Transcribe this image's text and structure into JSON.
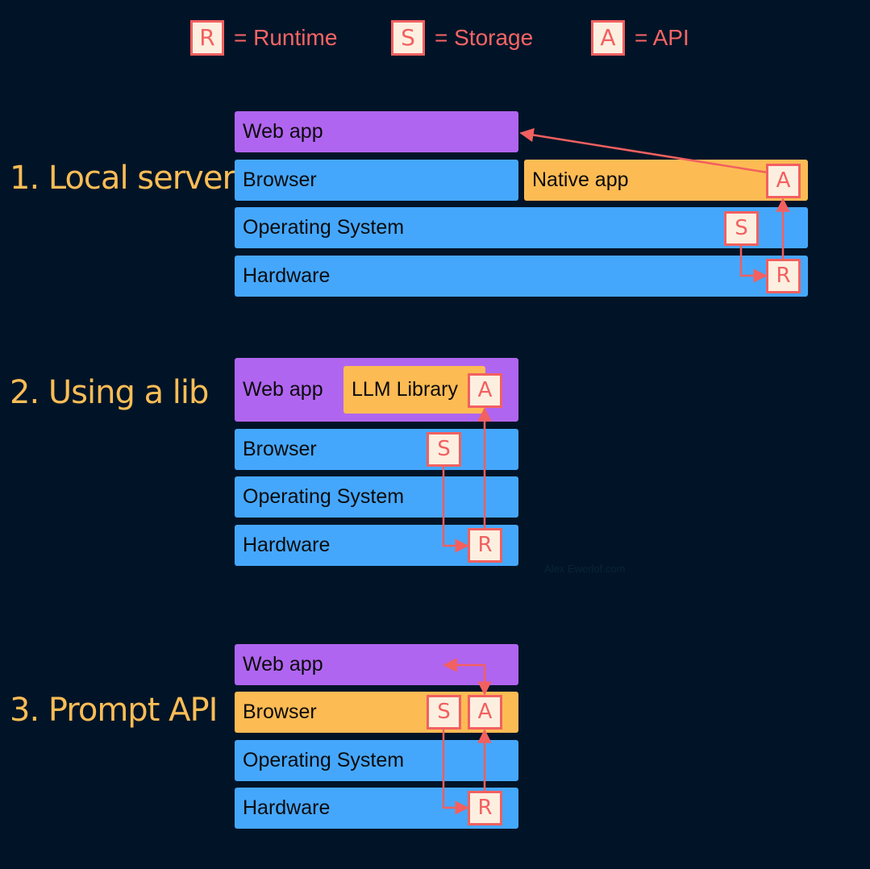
{
  "legend": [
    {
      "letter": "R",
      "text": "= Runtime"
    },
    {
      "letter": "S",
      "text": "= Storage"
    },
    {
      "letter": "A",
      "text": "= API"
    }
  ],
  "sections": [
    {
      "title": "1. Local server",
      "layers": {
        "web_app": "Web app",
        "browser": "Browser",
        "native_app": "Native app",
        "os": "Operating System",
        "hardware": "Hardware"
      }
    },
    {
      "title": "2. Using a lib",
      "layers": {
        "web_app": "Web app",
        "llm_library": "LLM Library",
        "browser": "Browser",
        "os": "Operating System",
        "hardware": "Hardware"
      }
    },
    {
      "title": "3. Prompt API",
      "layers": {
        "web_app": "Web app",
        "browser": "Browser",
        "os": "Operating System",
        "hardware": "Hardware"
      }
    }
  ],
  "badges": {
    "runtime": "R",
    "storage": "S",
    "api": "A"
  },
  "watermark": "Alex Ewerlof.com",
  "colors": {
    "background": "#011427",
    "web_app": "#b065f0",
    "system_layer": "#45a7fc",
    "highlight_layer": "#fdbb54",
    "badge_border": "#f26060",
    "badge_fill": "#fdefe0",
    "title": "#fbbd56",
    "arrow": "#f26060"
  }
}
